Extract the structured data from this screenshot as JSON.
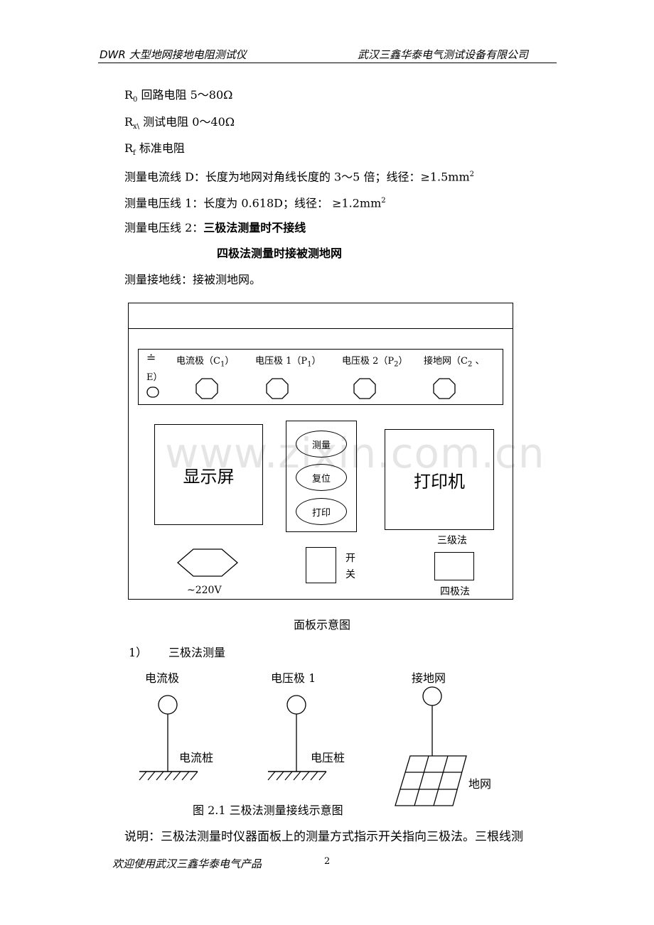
{
  "header": {
    "left": "DWR 大型地网接地电阻测试仪",
    "right": "武汉三鑫华泰电气测试设备有限公司"
  },
  "specs": {
    "r0_label": "R",
    "r0_sub": "0",
    "r0_text": "回路电阻 5～80Ω",
    "rx_label": "R",
    "rx_sub": "x\\",
    "rx_text": "测试电阻 0～40Ω",
    "rf_label": "R",
    "rf_sub": "f",
    "rf_text": "标准电阻",
    "current_line": "测量电流线 D：长度为地网对角线长度的 3～5 倍；线径：≥1.5mm",
    "current_line_sup": "2",
    "voltage_line1": "测量电压线 1：长度为 0.618D；线径：  ≥1.2mm",
    "voltage_line1_sup": "2",
    "voltage_line2_prefix": "测量电压线 2：",
    "voltage_line2_a": "三极法测量时不接线",
    "voltage_line2_b": "四极法测量时接被测地网",
    "ground_line": "测量接地线：接被测地网。"
  },
  "panel": {
    "ground_symbol": "≐",
    "terminal_1": "电流极（C",
    "terminal_1_sub": "1",
    "terminal_2": "电压极 1（P",
    "terminal_2_sub": "1",
    "terminal_3": "电压极 2（P",
    "terminal_3_sub": "2",
    "terminal_4": "接地网（C",
    "terminal_4_sub": "2",
    "terminal_4_tail": "、",
    "terminal_4_wrap": "E）",
    "display": "显示屏",
    "btn_measure": "测量",
    "btn_reset": "复位",
    "btn_print": "打印",
    "printer": "打印机",
    "three_pole": "三级法",
    "four_pole": "四极法",
    "switch_a": "开",
    "switch_b": "关",
    "power": "~220V",
    "caption": "面板示意图"
  },
  "section": {
    "number": "1）",
    "title": "三极法测量"
  },
  "figure": {
    "current_pole": "电流极",
    "voltage_pole": "电压极 1",
    "ground_grid": "接地网",
    "current_stake": "电流桩",
    "voltage_stake": "电压桩",
    "grid_label": "地网",
    "caption": "图 2.1 三极法测量接线示意图"
  },
  "note": "说明：三极法测量时仪器面板上的测量方式指示开关指向三极法。三根线测",
  "footer": {
    "left": "欢迎使用武汉三鑫华泰电气产品",
    "page": "2"
  },
  "watermark": "www.zixin.com.cn"
}
